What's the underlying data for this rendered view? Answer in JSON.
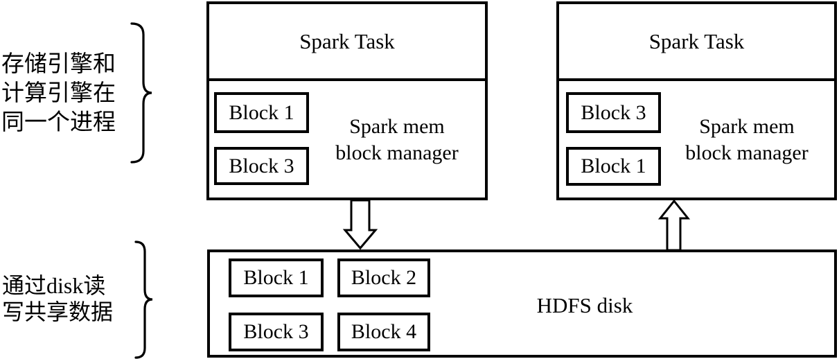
{
  "colors": {
    "stroke": "#000000",
    "background": "#ffffff"
  },
  "annotations": {
    "top": {
      "lines": [
        "存储引擎和",
        "计算引擎在",
        "同一个进程"
      ]
    },
    "bottom": {
      "lines": [
        "通过disk读",
        "写共享数据"
      ]
    }
  },
  "left_spark": {
    "title": "Spark Task",
    "manager": {
      "line1": "Spark mem",
      "line2": "block manager"
    },
    "blocks": [
      "Block 1",
      "Block 3"
    ]
  },
  "right_spark": {
    "title": "Spark Task",
    "manager": {
      "line1": "Spark mem",
      "line2": "block manager"
    },
    "blocks": [
      "Block 3",
      "Block 1"
    ]
  },
  "hdfs": {
    "label": "HDFS disk",
    "blocks": [
      "Block 1",
      "Block 2",
      "Block 3",
      "Block 4"
    ]
  }
}
